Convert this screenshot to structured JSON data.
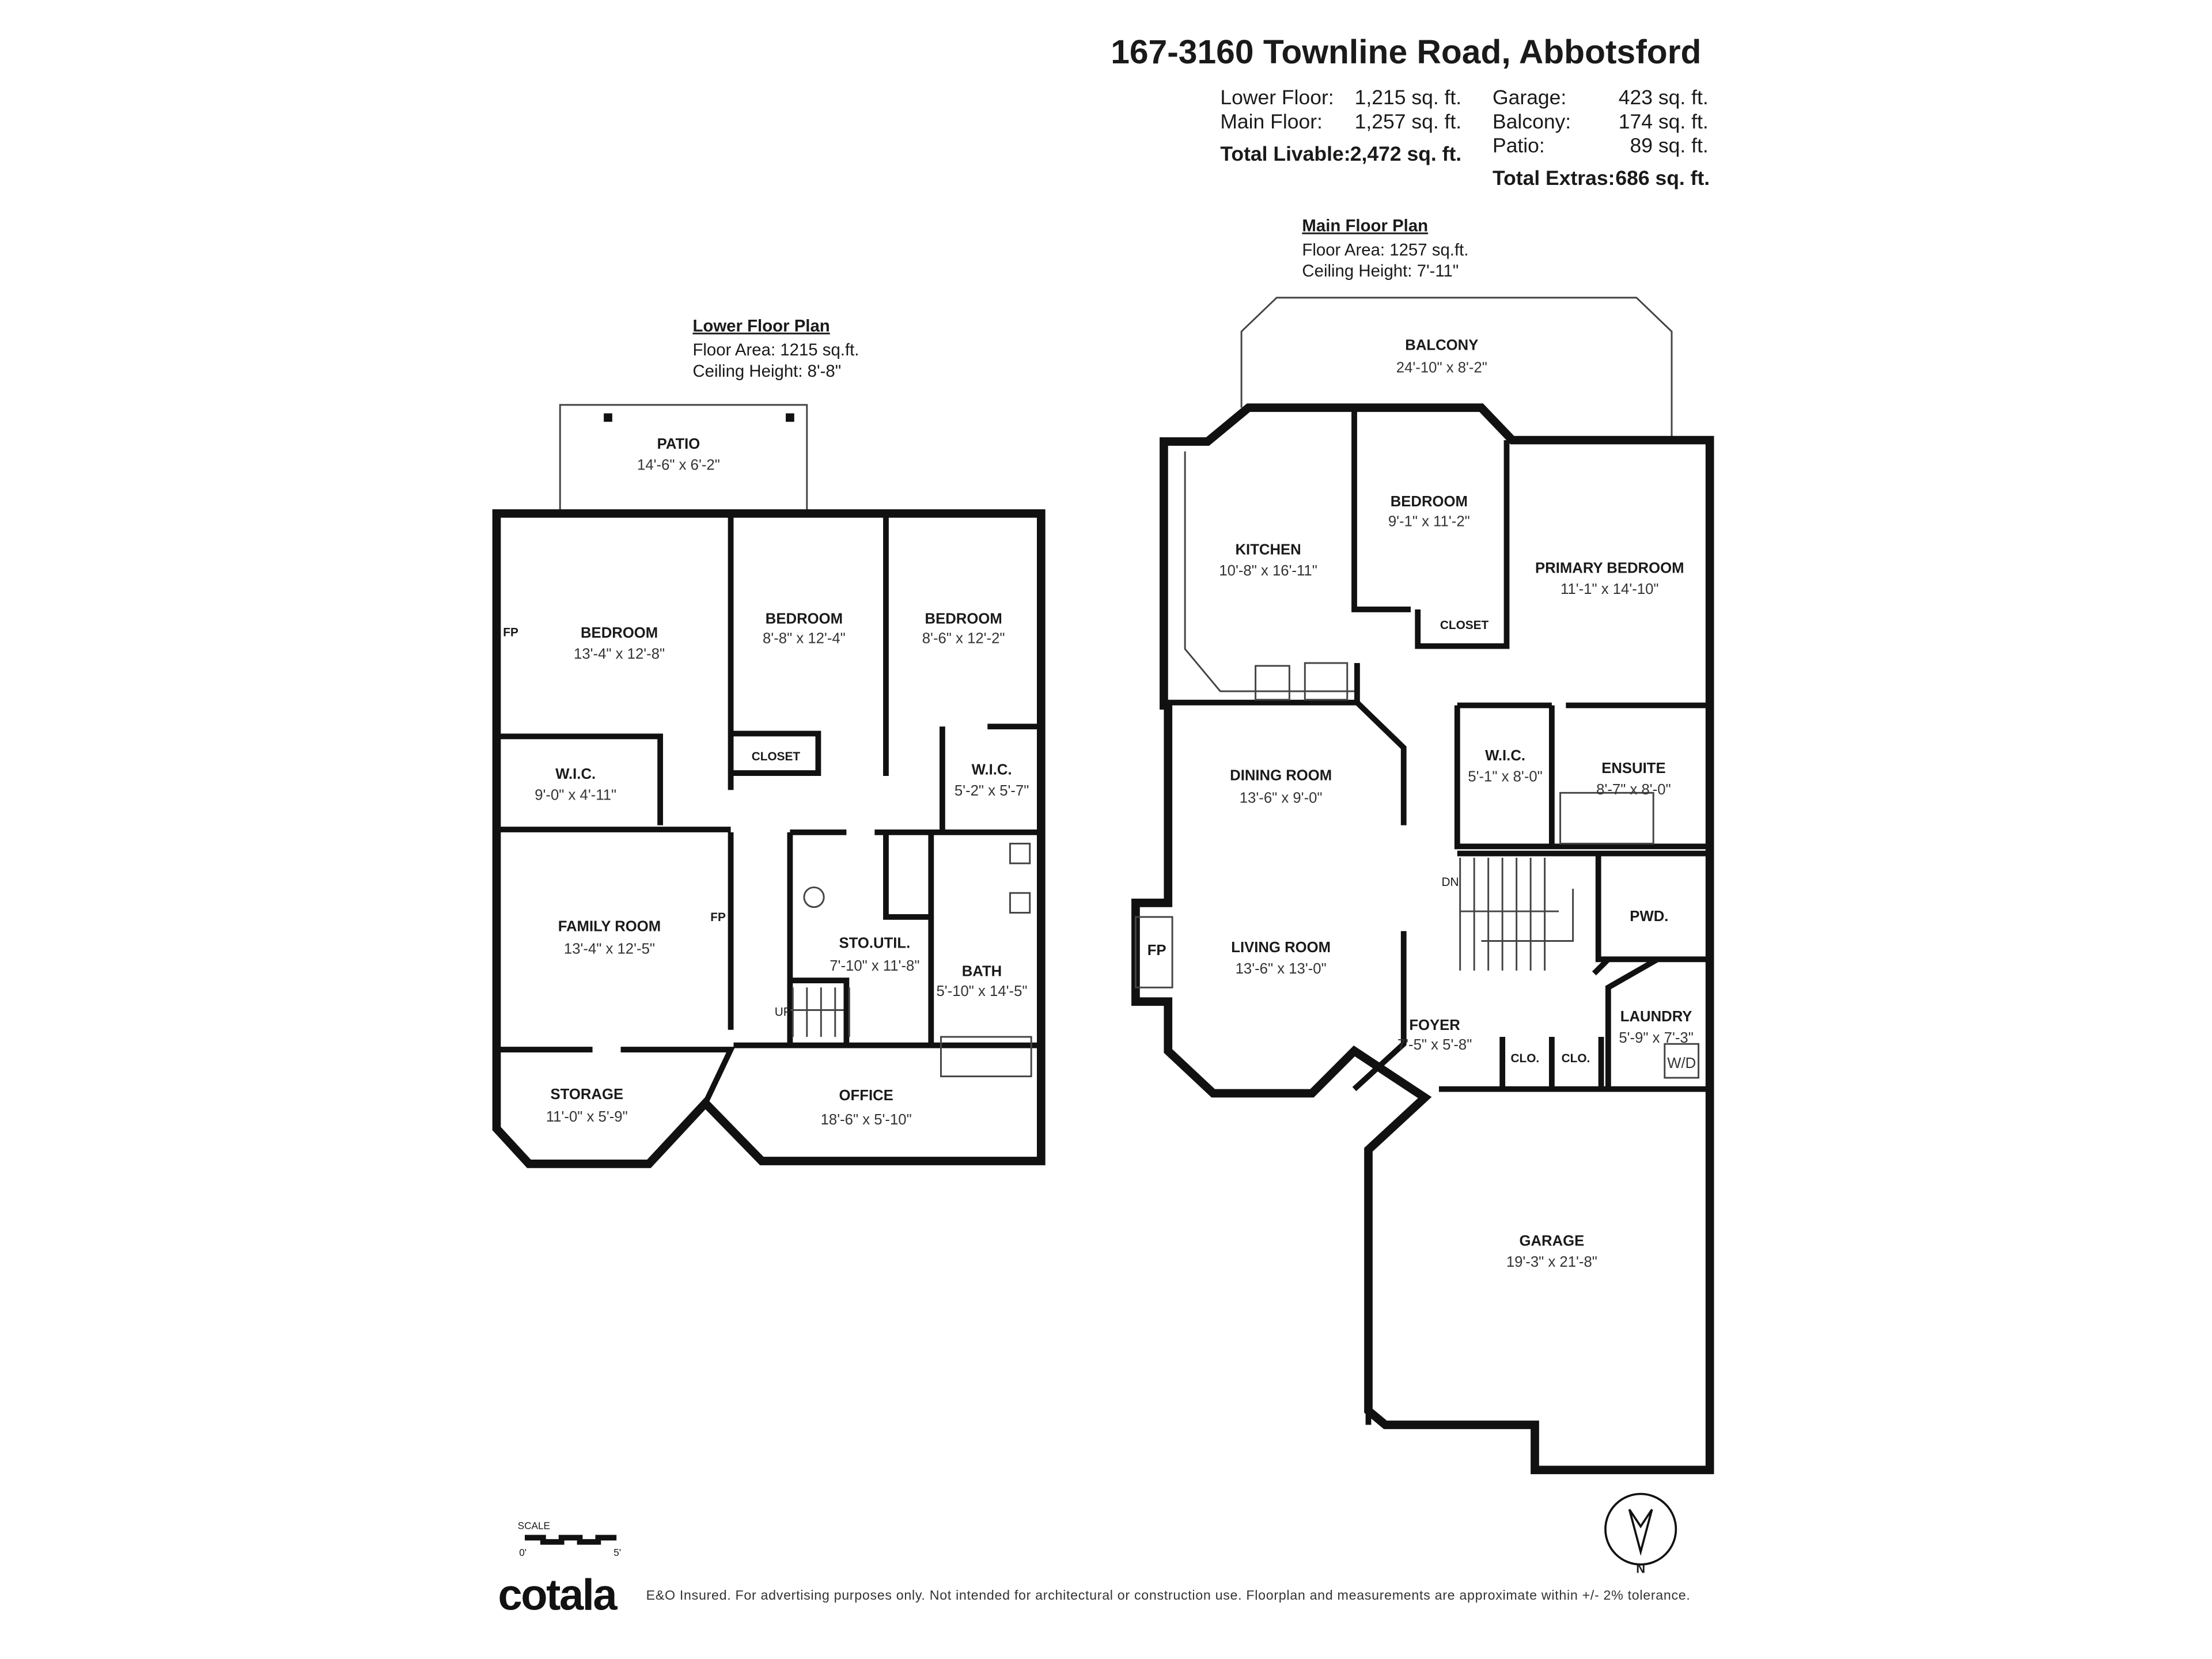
{
  "header": {
    "title": "167-3160 Townline Road, Abbotsford",
    "stats_left": [
      {
        "label": "Lower Floor:",
        "value": "1,215 sq. ft."
      },
      {
        "label": "Main Floor:",
        "value": "1,257 sq. ft."
      }
    ],
    "total_livable": {
      "label": "Total Livable:",
      "value": "2,472 sq. ft."
    },
    "stats_right": [
      {
        "label": "Garage:",
        "value": "423 sq. ft."
      },
      {
        "label": "Balcony:",
        "value": "174 sq. ft."
      },
      {
        "label": "Patio:",
        "value": "89 sq. ft."
      }
    ],
    "total_extras": {
      "label": "Total Extras:",
      "value": "686 sq. ft."
    }
  },
  "lower_floor": {
    "heading": "Lower Floor Plan",
    "area": "Floor Area: 1215 sq.ft.",
    "ceiling": "Ceiling Height: 8'-8\"",
    "rooms": [
      {
        "name": "PATIO",
        "dims": "14'-6\" x 6'-2\""
      },
      {
        "name": "BEDROOM",
        "dims": "13'-4\" x 12'-8\""
      },
      {
        "name": "BEDROOM",
        "dims": "8'-8\" x 12'-4\""
      },
      {
        "name": "BEDROOM",
        "dims": "8'-6\" x 12'-2\""
      },
      {
        "name": "W.I.C.",
        "dims": "9'-0\" x 4'-11\""
      },
      {
        "name": "W.I.C.",
        "dims": "5'-2\" x 5'-7\""
      },
      {
        "name": "FAMILY ROOM",
        "dims": "13'-4\" x 12'-5\""
      },
      {
        "name": "STO.UTIL.",
        "dims": "7'-10\" x 11'-8\""
      },
      {
        "name": "BATH",
        "dims": "5'-10\" x 14'-5\""
      },
      {
        "name": "STORAGE",
        "dims": "11'-0\" x 5'-9\""
      },
      {
        "name": "OFFICE",
        "dims": "18'-6\" x 5'-10\""
      }
    ],
    "closet": "CLOSET",
    "fp": "FP",
    "up": "UP"
  },
  "main_floor": {
    "heading": "Main Floor Plan",
    "area": "Floor Area: 1257 sq.ft.",
    "ceiling": "Ceiling Height: 7'-11\"",
    "rooms": [
      {
        "name": "BALCONY",
        "dims": "24'-10\" x 8'-2\""
      },
      {
        "name": "KITCHEN",
        "dims": "10'-8\" x 16'-11\""
      },
      {
        "name": "BEDROOM",
        "dims": "9'-1\" x 11'-2\""
      },
      {
        "name": "PRIMARY BEDROOM",
        "dims": "11'-1\" x 14'-10\""
      },
      {
        "name": "DINING ROOM",
        "dims": "13'-6\" x 9'-0\""
      },
      {
        "name": "LIVING ROOM",
        "dims": "13'-6\" x 13'-0\""
      },
      {
        "name": "W.I.C.",
        "dims": "5'-1\" x 8'-0\""
      },
      {
        "name": "ENSUITE",
        "dims": "8'-7\" x 8'-0\""
      },
      {
        "name": "FOYER",
        "dims": "7'-5\" x 5'-8\""
      },
      {
        "name": "LAUNDRY",
        "dims": "5'-9\" x 7'-3\""
      },
      {
        "name": "GARAGE",
        "dims": "19'-3\" x 21'-8\""
      }
    ],
    "closet": "CLOSET",
    "pwd": "PWD.",
    "clo": "CLO.",
    "wd": "W/D",
    "fp": "FP",
    "dn": "DN"
  },
  "footer": {
    "scale_label": "SCALE",
    "scale_start": "0'",
    "scale_end": "5'",
    "compass_label": "N",
    "logo": "cotala",
    "disclaimer": "E&O Insured. For advertising purposes only. Not intended for architectural or construction use. Floorplan and measurements are approximate within +/- 2% tolerance."
  },
  "colors": {
    "walls": "#111111",
    "background": "#ffffff"
  }
}
